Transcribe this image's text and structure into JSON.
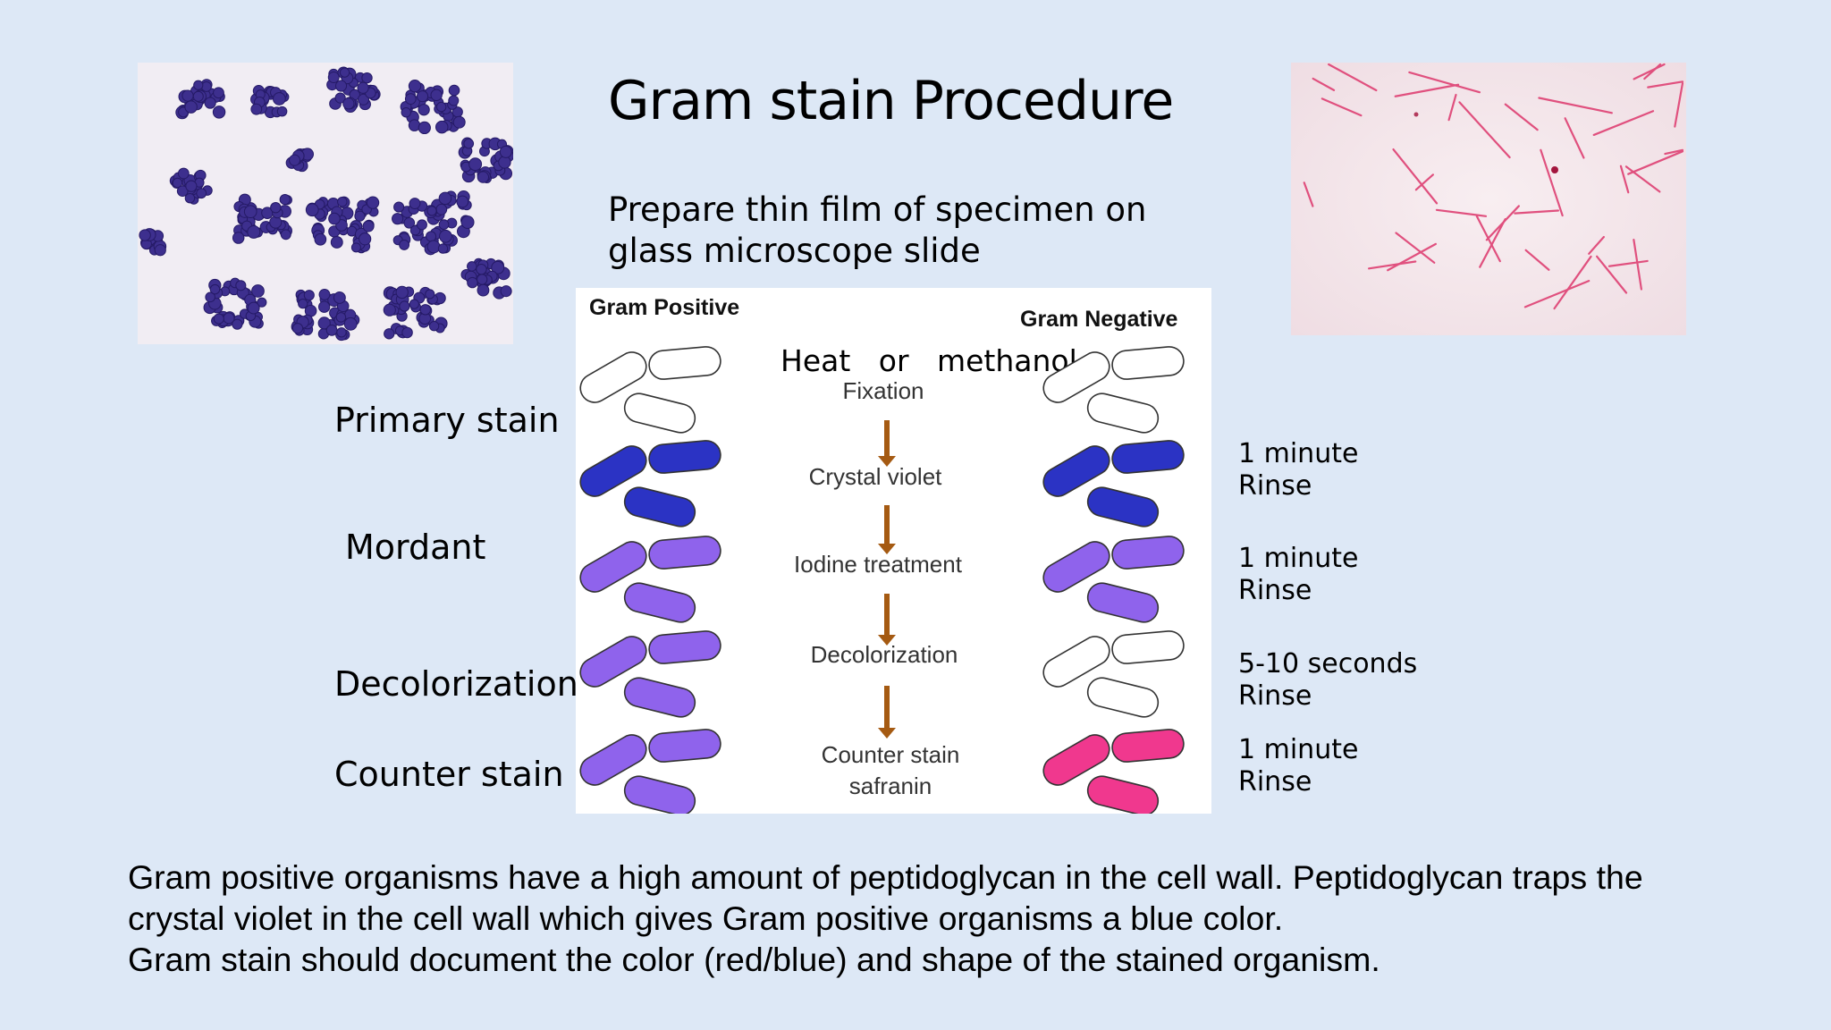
{
  "slide": {
    "title": "Gram stain Procedure",
    "subtitle": "Prepare thin film of specimen on glass microscope slide"
  },
  "images": {
    "left": "Gram-positive cocci micrograph (purple clusters)",
    "right": "Gram-negative rods micrograph (pink/red)"
  },
  "diagram": {
    "gram_positive_label": "Gram Positive",
    "gram_negative_label": "Gram Negative",
    "fixation_method": "Heat   or   methanol",
    "steps": [
      "Fixation",
      "Crystal violet",
      "Iodine treatment",
      "Decolorization",
      "Counter stain",
      "safranin"
    ],
    "colors": {
      "unstained": "#ffffff",
      "crystal_violet": "#2b33c4",
      "iodine": "#8f63ec",
      "safranin": "#f0388e",
      "arrow": "#a55a12"
    }
  },
  "step_labels": {
    "primary": "Primary stain",
    "mordant": "Mordant",
    "decolorization": "Decolorization",
    "counter": "Counter stain"
  },
  "timings": [
    {
      "time": "1 minute",
      "action": "Rinse"
    },
    {
      "time": "1 minute",
      "action": "Rinse"
    },
    {
      "time": "5-10 seconds",
      "action": "Rinse"
    },
    {
      "time": "1 minute",
      "action": "Rinse"
    }
  ],
  "caption": {
    "line1": "Gram positive organisms have a high amount of peptidoglycan in the cell wall. Peptidoglycan traps the",
    "line2": "crystal violet in the cell wall which gives Gram positive organisms a blue color.",
    "line3": "Gram stain should document the color (red/blue) and shape of the stained organism."
  }
}
